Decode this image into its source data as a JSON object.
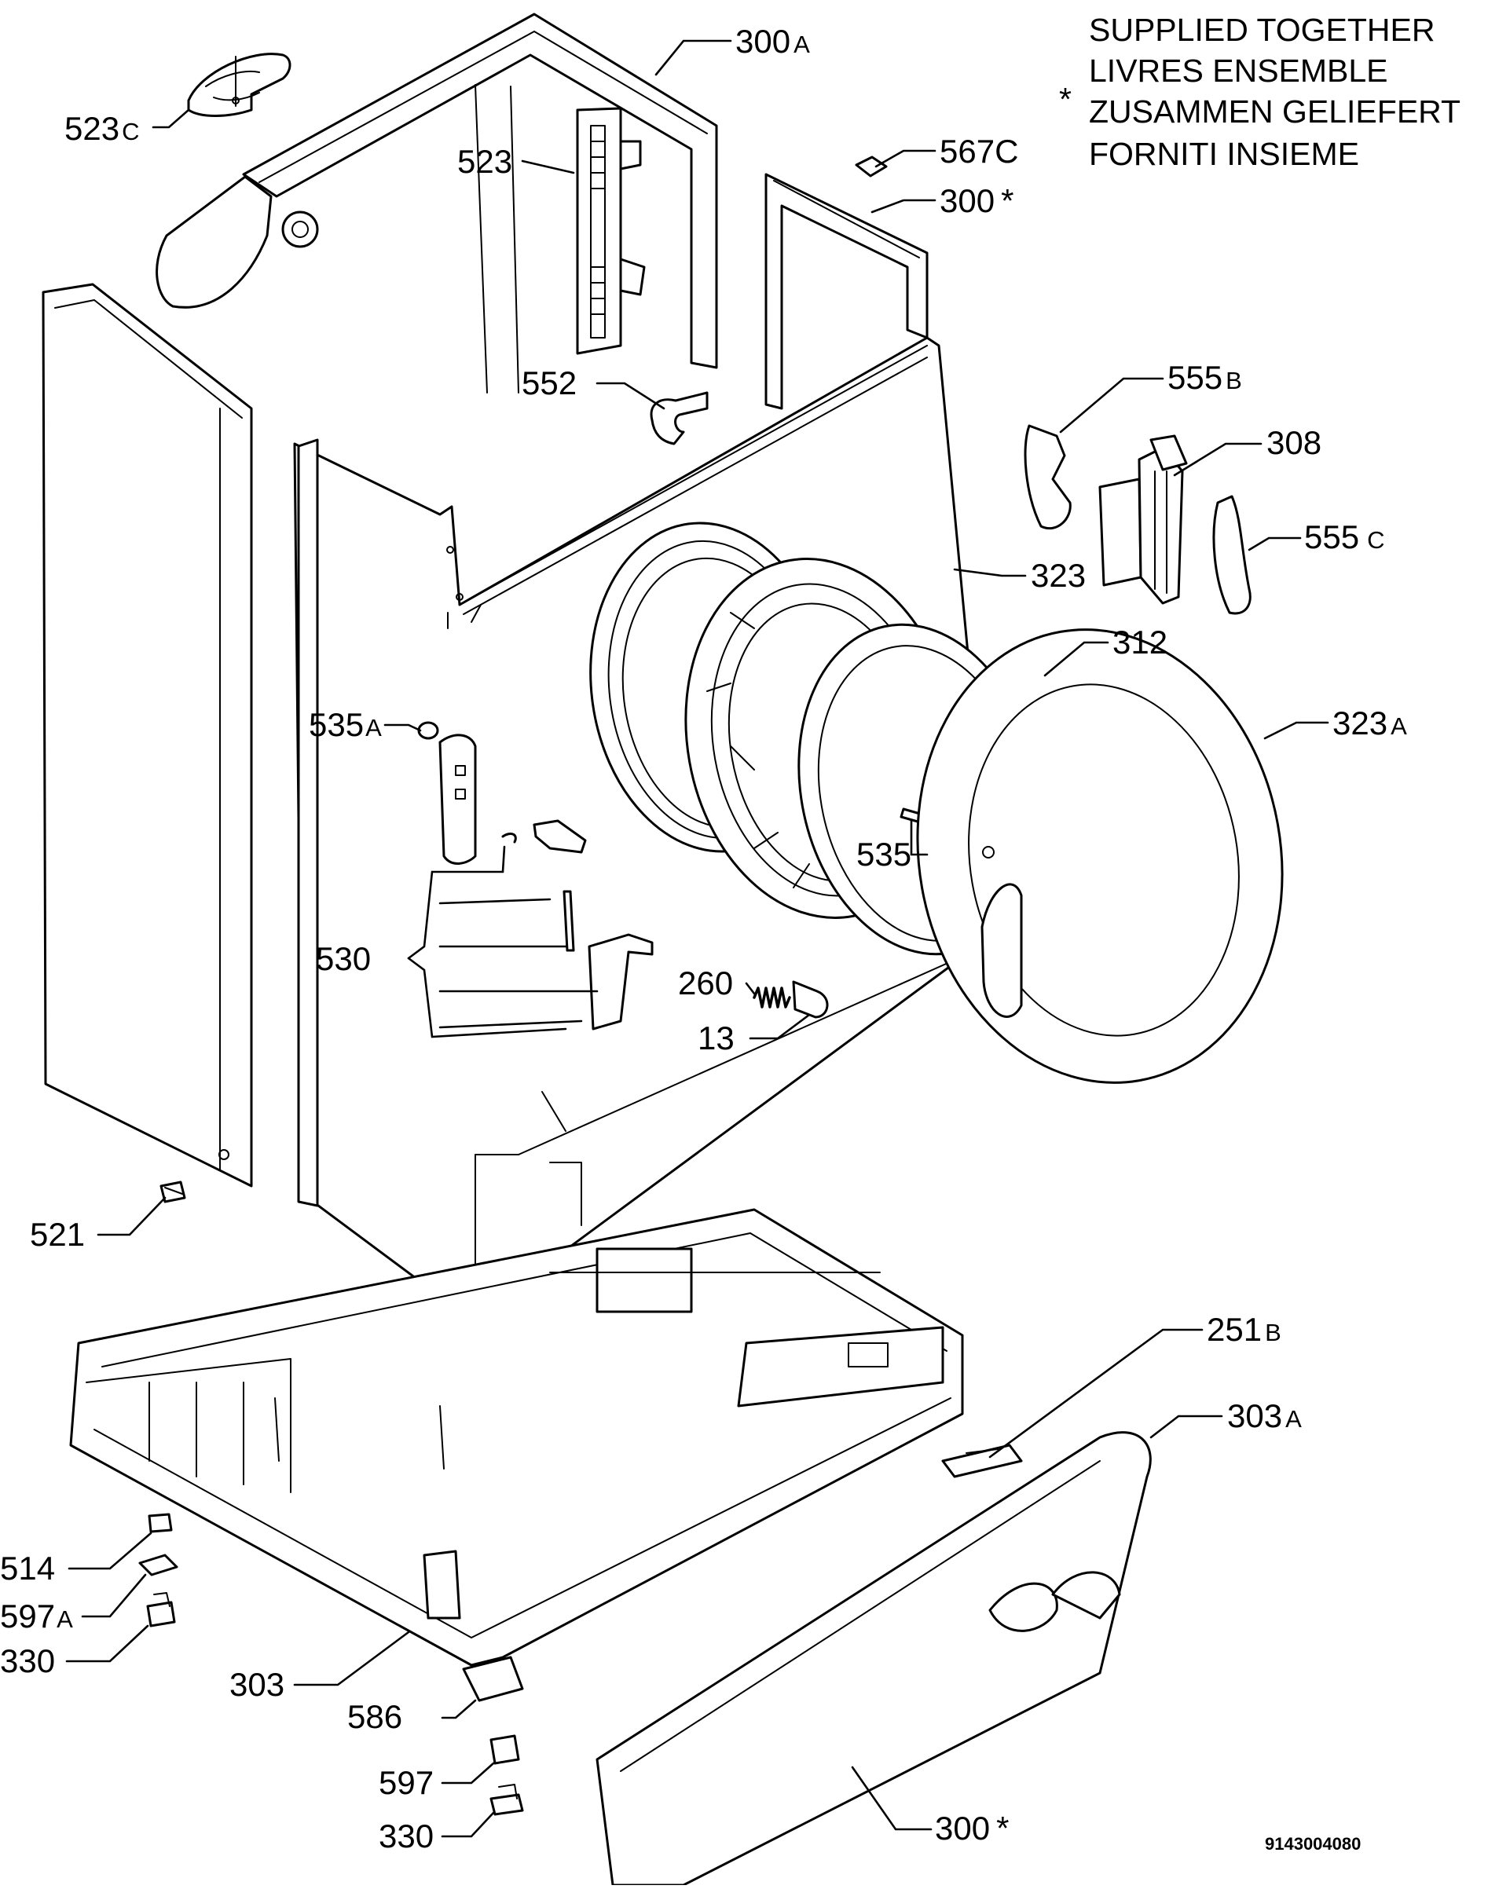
{
  "note": {
    "symbol": "*",
    "lines": [
      "SUPPLIED TOGETHER",
      "LIVRES ENSEMBLE",
      "ZUSAMMEN GELIEFERT",
      "FORNITI INSIEME"
    ]
  },
  "document_number": "9143004080",
  "callouts": [
    {
      "id": "c-300a-top",
      "num": "300",
      "suffix": "A"
    },
    {
      "id": "c-523c",
      "num": "523",
      "suffix": "C"
    },
    {
      "id": "c-523",
      "num": "523",
      "suffix": ""
    },
    {
      "id": "c-567c",
      "num": "567",
      "suffix": "C"
    },
    {
      "id": "c-300-star-top",
      "num": "300",
      "suffix": "*"
    },
    {
      "id": "c-552",
      "num": "552",
      "suffix": ""
    },
    {
      "id": "c-555b",
      "num": "555",
      "suffix": "B"
    },
    {
      "id": "c-308",
      "num": "308",
      "suffix": ""
    },
    {
      "id": "c-555c",
      "num": "555",
      "suffix": "C"
    },
    {
      "id": "c-323",
      "num": "323",
      "suffix": ""
    },
    {
      "id": "c-312",
      "num": "312",
      "suffix": ""
    },
    {
      "id": "c-323a",
      "num": "323",
      "suffix": "A"
    },
    {
      "id": "c-535a",
      "num": "535",
      "suffix": "A"
    },
    {
      "id": "c-535",
      "num": "535",
      "suffix": ""
    },
    {
      "id": "c-530",
      "num": "530",
      "suffix": ""
    },
    {
      "id": "c-260",
      "num": "260",
      "suffix": ""
    },
    {
      "id": "c-13",
      "num": "13",
      "suffix": ""
    },
    {
      "id": "c-521",
      "num": "521",
      "suffix": ""
    },
    {
      "id": "c-251b",
      "num": "251",
      "suffix": "B"
    },
    {
      "id": "c-303a",
      "num": "303",
      "suffix": "A"
    },
    {
      "id": "c-514",
      "num": "514",
      "suffix": ""
    },
    {
      "id": "c-597a",
      "num": "597",
      "suffix": "A"
    },
    {
      "id": "c-330-left",
      "num": "330",
      "suffix": ""
    },
    {
      "id": "c-303",
      "num": "303",
      "suffix": ""
    },
    {
      "id": "c-586",
      "num": "586",
      "suffix": ""
    },
    {
      "id": "c-597",
      "num": "597",
      "suffix": ""
    },
    {
      "id": "c-330-bottom",
      "num": "330",
      "suffix": ""
    },
    {
      "id": "c-300-star-bottom",
      "num": "300",
      "suffix": "*"
    }
  ]
}
